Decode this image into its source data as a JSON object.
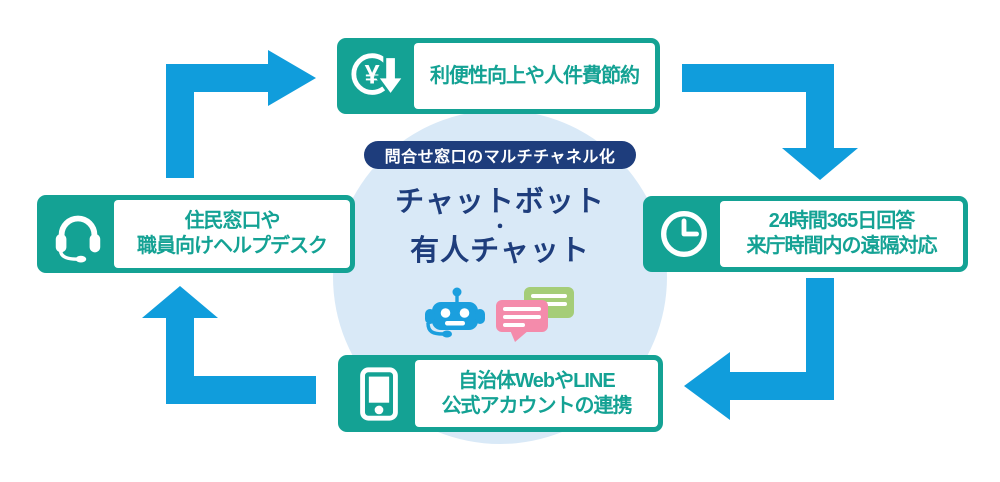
{
  "colors": {
    "teal": "#14A294",
    "arrow_blue": "#109DDC",
    "navy": "#1E3D7C",
    "circle_bg": "#D9E9F7",
    "bubble_pink": "#F48BAB",
    "bubble_green": "#A5CD78",
    "white": "#FFFFFF"
  },
  "center": {
    "badge": "問合せ窓口のマルチチャネル化",
    "title_line1": "チャットボット",
    "title_bullet": "・",
    "title_line2": "有人チャット",
    "icons": [
      "chatbot-robot-icon",
      "chat-bubbles-icon"
    ]
  },
  "boxes": {
    "top": {
      "icon": "yen-cost-down-icon",
      "line1": "利便性向上や人件費節約"
    },
    "right": {
      "icon": "clock-icon",
      "line1": "24時間365日回答",
      "line2": "来庁時間内の遠隔対応"
    },
    "bottom": {
      "icon": "smartphone-icon",
      "line1": "自治体WebやLINE",
      "line2": "公式アカウントの連携"
    },
    "left": {
      "icon": "headset-icon",
      "line1": "住民窓口や",
      "line2": "職員向けヘルプデスク"
    }
  },
  "flow": {
    "direction": "clockwise",
    "arrow_count": 4
  }
}
